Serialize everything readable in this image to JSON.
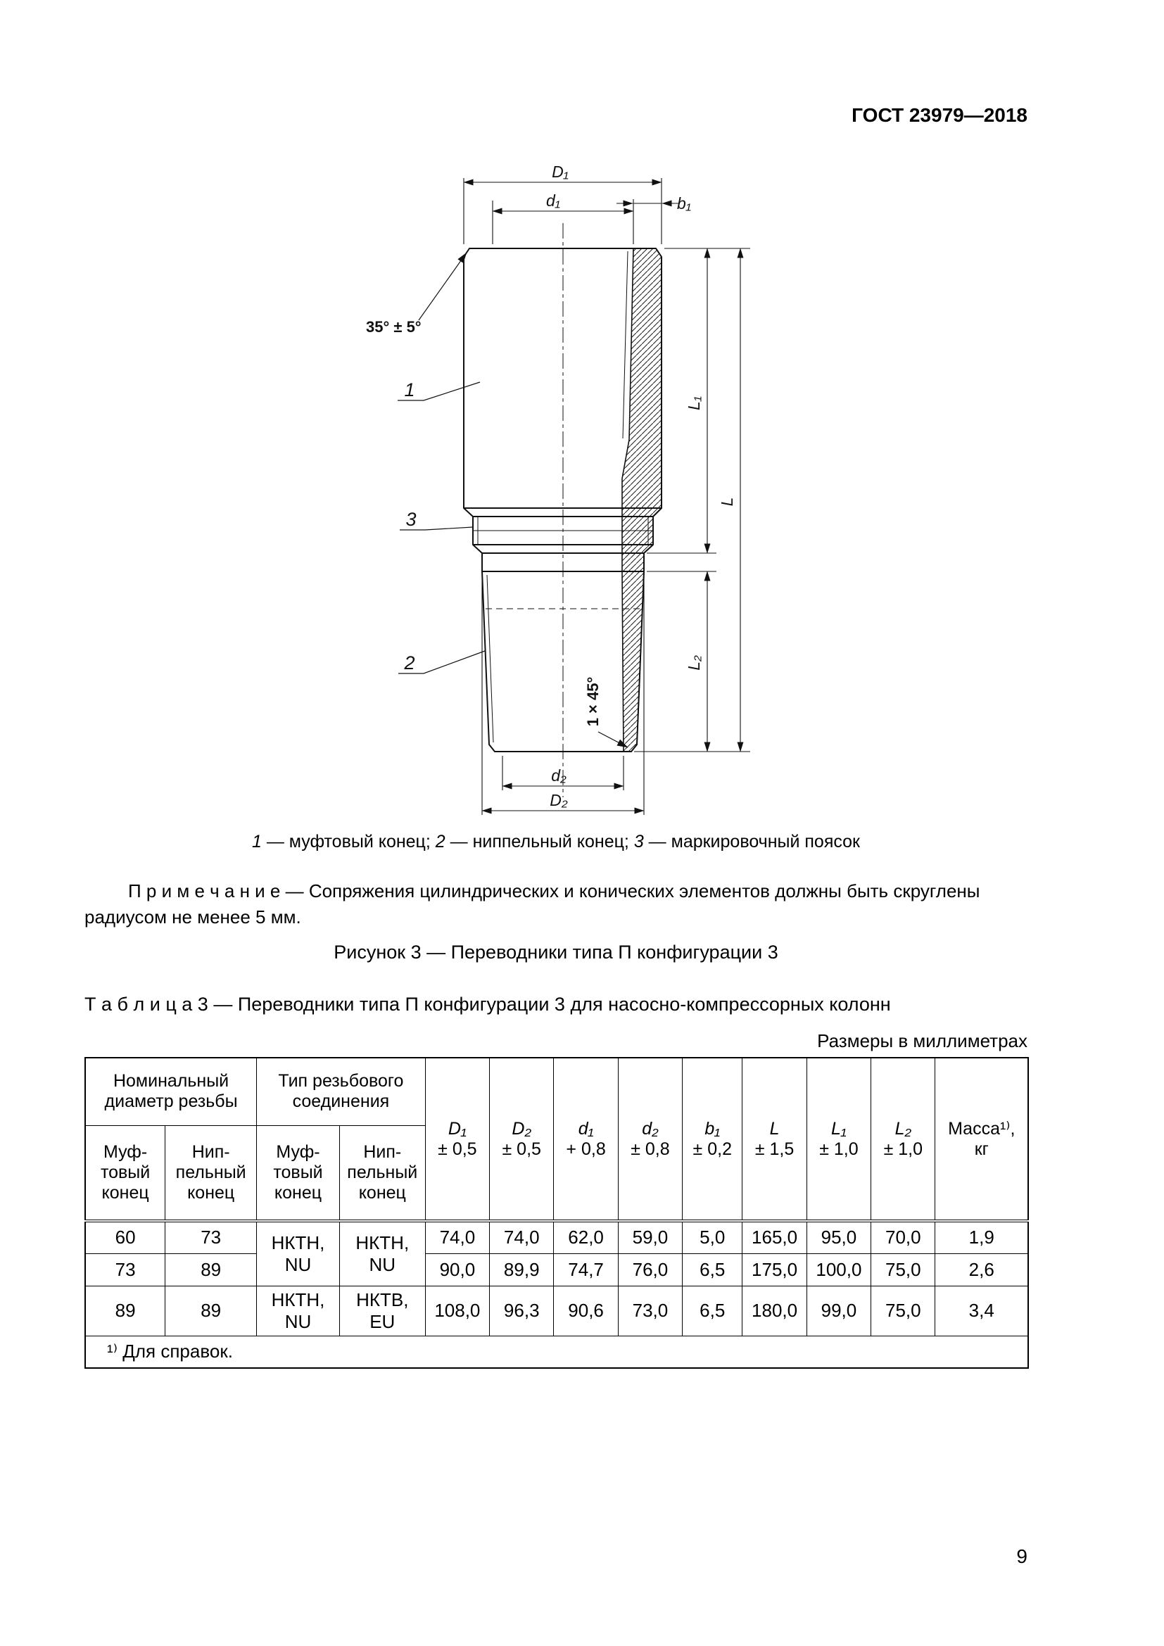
{
  "page": {
    "header": "ГОСТ 23979—2018",
    "number": "9"
  },
  "figure": {
    "dims": {
      "D1": "D₁",
      "d1": "d₁",
      "b1": "b₁",
      "L1": "L₁",
      "L": "L",
      "L2": "L₂",
      "d2": "d₂",
      "D2": "D₂",
      "angle": "35° ± 5°",
      "chamfer": "1 × 45°",
      "item1": "1",
      "item2": "2",
      "item3": "3"
    },
    "items": [
      {
        "num": "1",
        "text": " — муфтовый конец; "
      },
      {
        "num": "2",
        "text": " — ниппельный конец; "
      },
      {
        "num": "3",
        "text": " — маркировочный поясок"
      }
    ],
    "note": "П р и м е ч а н и е — Сопряжения цилиндрических и конических элементов должны быть скруглены радиусом не менее 5 мм.",
    "caption": "Рисунок 3 — Переводники типа П конфигурации 3"
  },
  "table": {
    "title": "Т а б л и ц а  3 — Переводники типа П конфигурации 3 для насосно-компрессорных колонн",
    "units": "Размеры в миллиметрах",
    "group1": "Номинальный\nдиаметр резьбы",
    "group2": "Тип резьбового\nсоединения",
    "subheads": [
      "Муф-\nтовый\nконец",
      "Нип-\nпельный\nконец",
      "Муф-\nтовый\nконец",
      "Нип-\nпельный\nконец"
    ],
    "columns": [
      {
        "sym": "D₁",
        "tol": "± 0,5"
      },
      {
        "sym": "D₂",
        "tol": "± 0,5"
      },
      {
        "sym": "d₁",
        "tol": "+ 0,8"
      },
      {
        "sym": "d₂",
        "tol": "± 0,8"
      },
      {
        "sym": "b₁",
        "tol": "± 0,2"
      },
      {
        "sym": "L",
        "tol": "± 1,5"
      },
      {
        "sym": "L₁",
        "tol": "± 1,0"
      },
      {
        "sym": "L₂",
        "tol": "± 1,0"
      },
      {
        "sym": "Масса¹⁾,",
        "tol": "кг"
      }
    ],
    "rows": [
      [
        "60",
        "73",
        "НКТН,\nNU",
        "НКТН,\nNU",
        "74,0",
        "74,0",
        "62,0",
        "59,0",
        "5,0",
        "165,0",
        "95,0",
        "70,0",
        "1,9"
      ],
      [
        "73",
        "89",
        "90,0",
        "89,9",
        "74,7",
        "76,0",
        "6,5",
        "175,0",
        "100,0",
        "75,0",
        "2,6"
      ],
      [
        "89",
        "89",
        "НКТН,\nNU",
        "НКТВ,\nEU",
        "108,0",
        "96,3",
        "90,6",
        "73,0",
        "6,5",
        "180,0",
        "99,0",
        "75,0",
        "3,4"
      ]
    ],
    "footnote": "¹⁾ Для справок."
  }
}
